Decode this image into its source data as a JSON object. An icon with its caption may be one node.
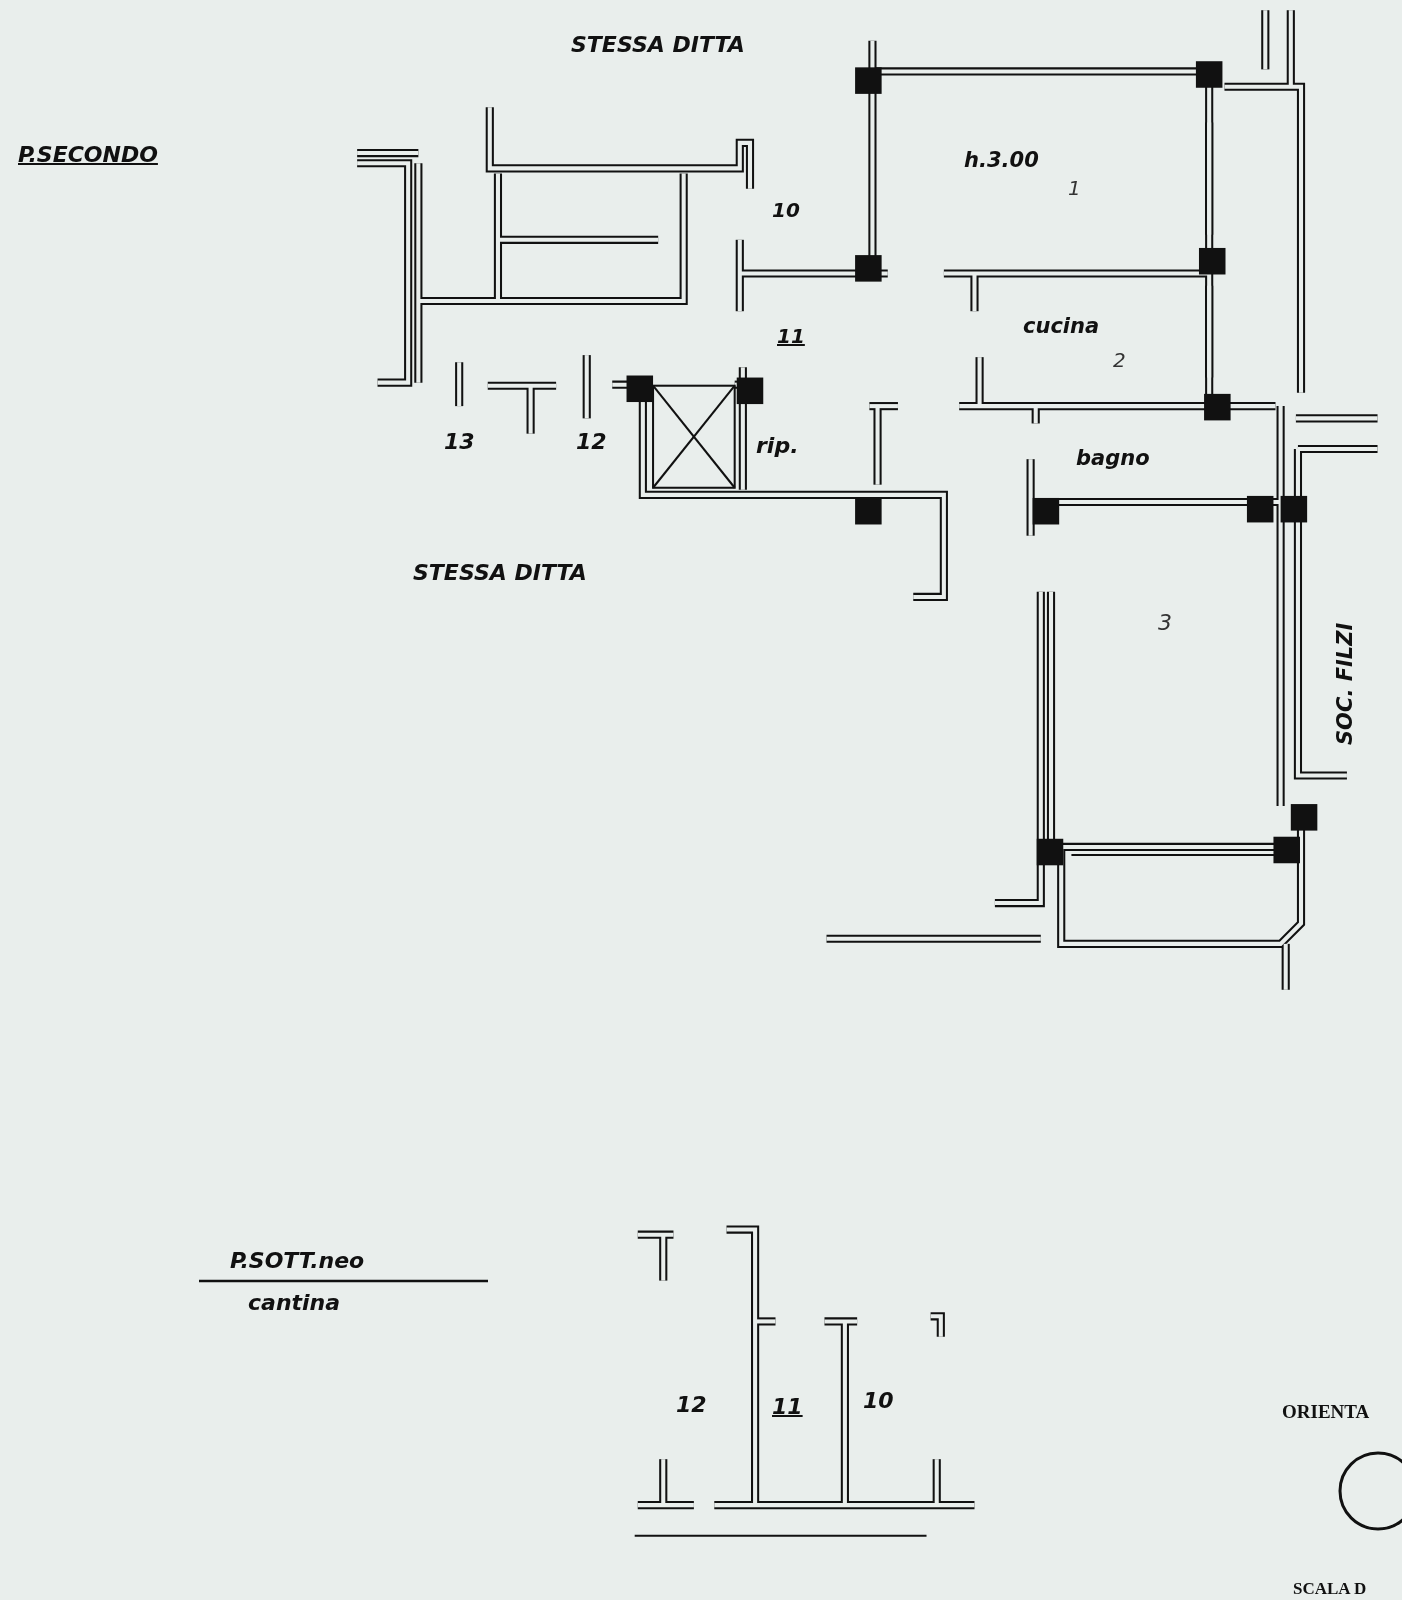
{
  "diagram": {
    "labels": [
      "STESSA DITTA",
      "P.SECONDO",
      "h.3.00",
      "1",
      "10",
      "11",
      "cucina",
      "2",
      "13",
      "12",
      "rip.",
      "bagno",
      "STESSA DITTA",
      "3",
      "SOC. FILZI",
      "P.SOTT.neo",
      "cantina",
      "12",
      "11",
      "10",
      "ORIENTA",
      "SCALA D"
    ]
  }
}
